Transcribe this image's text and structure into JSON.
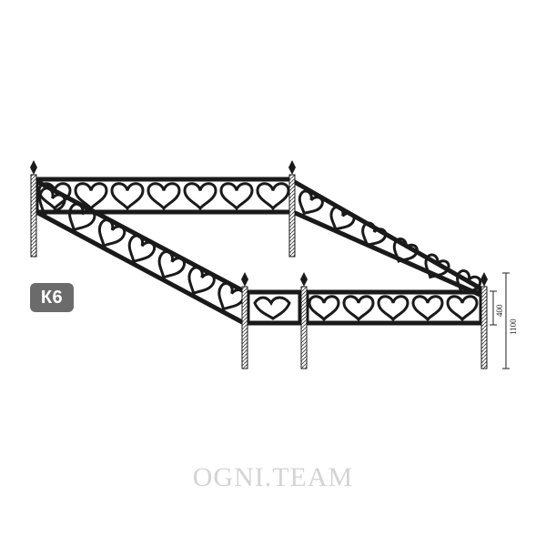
{
  "product_code": "К6",
  "dimensions": {
    "panel_height": "400",
    "total_height": "1100"
  },
  "watermark": "OGNI.TEAM",
  "colors": {
    "metal": "#1a1a1a",
    "badge": "#6b6b6b",
    "watermark": "#d4d4d4"
  },
  "icons": [
    "fence-drawing-icon"
  ]
}
